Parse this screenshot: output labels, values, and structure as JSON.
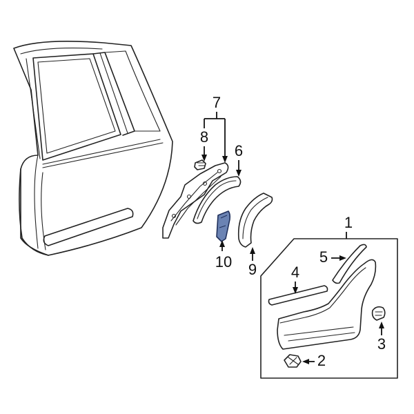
{
  "callouts": {
    "c1": "1",
    "c2": "2",
    "c3": "3",
    "c4": "4",
    "c5": "5",
    "c6": "6",
    "c7": "7",
    "c8": "8",
    "c9": "9",
    "c10": "10"
  },
  "colors": {
    "highlighted_part": "#6b83b3",
    "line": "#222222"
  }
}
